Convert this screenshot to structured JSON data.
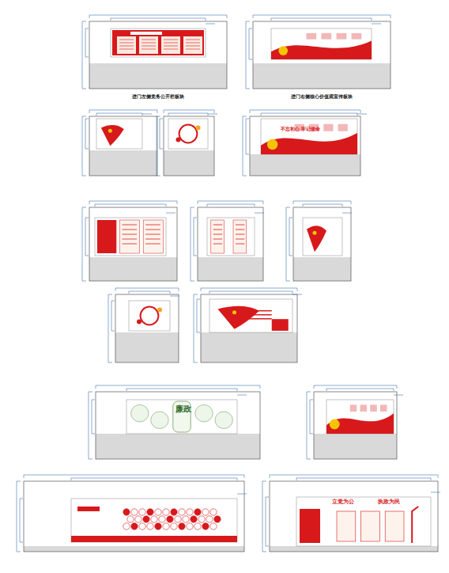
{
  "diagram": {
    "nodes": [
      {
        "text": [
          "进门左侧党务公开栏板块"
        ]
      },
      {
        "text": [
          "进门右侧核心价值观宣传板块"
        ]
      }
    ],
    "labels": [
      "不忘初心 牢记使命",
      "廉政",
      "立党为公",
      "执政为民"
    ]
  }
}
